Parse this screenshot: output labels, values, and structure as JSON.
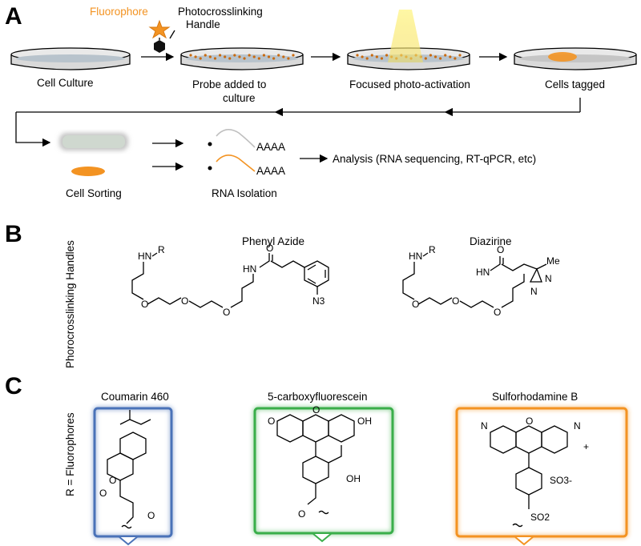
{
  "panels": {
    "a": "A",
    "b": "B",
    "c": "C"
  },
  "colors": {
    "fluorophore": "#f39322",
    "blue": "#4a72b8",
    "green": "#3aae4a",
    "orange": "#f39322",
    "cell": "#bcbcbc"
  },
  "panel_a": {
    "fluorophore_label": "Fluorophore",
    "handle_label_1": "Photocrosslinking",
    "handle_label_2": "Handle",
    "step1": "Cell Culture",
    "step2_line1": "Probe added to",
    "step2_line2": "culture",
    "step3": "Focused photo-activation",
    "step4": "Cells tagged",
    "cell_sorting": "Cell Sorting",
    "rna_isolation": "RNA Isolation",
    "polya_1": "AAAA",
    "polya_2": "AAAA",
    "analysis": "Analysis (RNA sequencing, RT-qPCR, etc)"
  },
  "panel_b": {
    "side_label": "Phorocrosslinking Handles",
    "phenyl_azide": "Phenyl Azide",
    "diazirine": "Diazirine",
    "nh_r": "HN",
    "r": "R",
    "hn": "HN",
    "o": "O",
    "n3": "N3",
    "me": "Me",
    "n": "N"
  },
  "panel_c": {
    "side_label": "R = Fluorophores",
    "coumarin": "Coumarin 460",
    "fluorescein": "5-carboxyfluorescein",
    "sulforhodamine": "Sulforhodamine B",
    "oh": "OH",
    "so3": "SO3-",
    "so2": "SO2",
    "n_plus": "N",
    "plus": "+"
  }
}
